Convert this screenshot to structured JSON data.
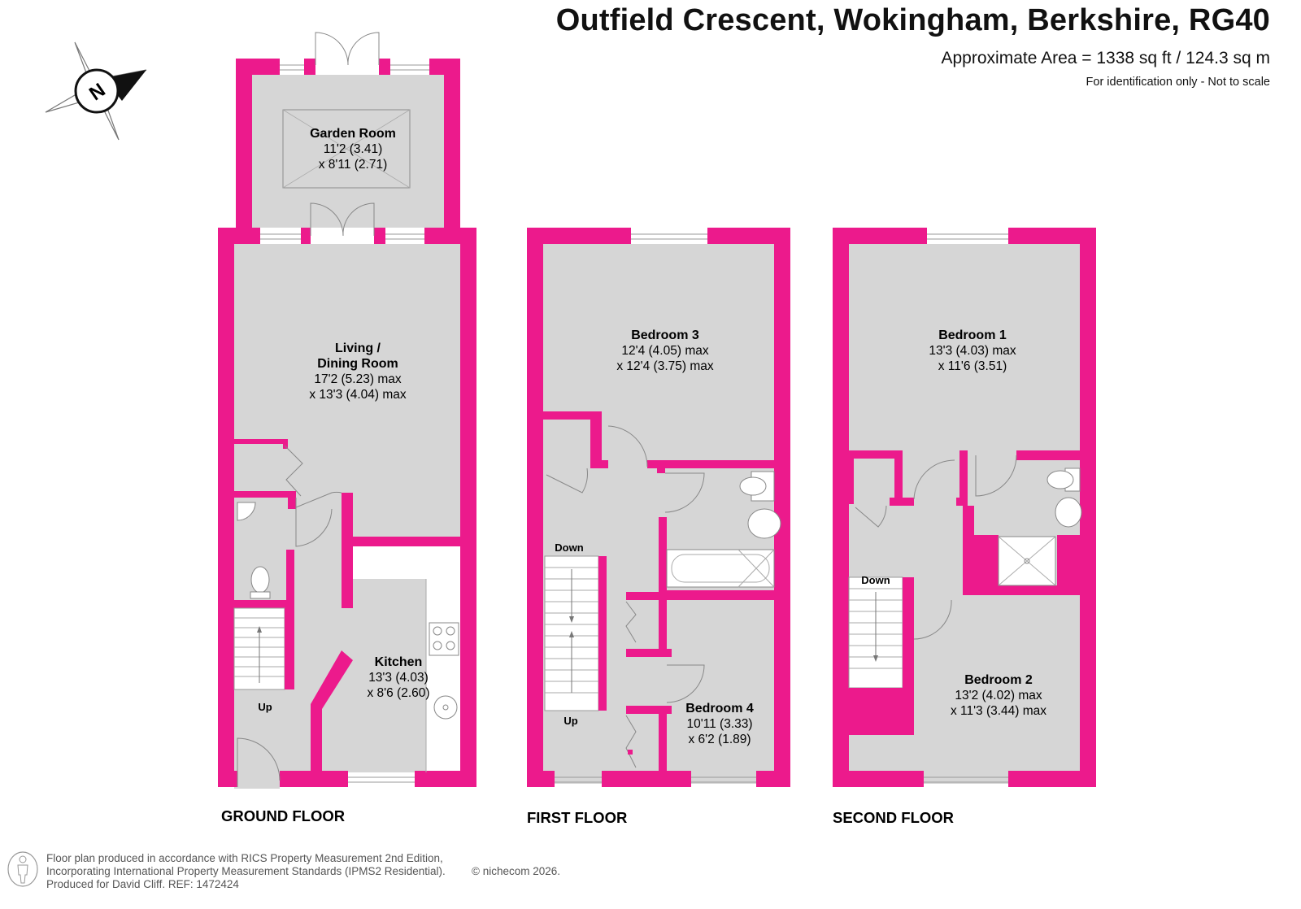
{
  "header": {
    "title": "Outfield Crescent, Wokingham, Berkshire, RG40",
    "area": "Approximate Area = 1338 sq ft / 124.3 sq m",
    "note": "For identification only - Not to scale"
  },
  "compass": {
    "letter": "N"
  },
  "floors": {
    "ground": {
      "label": "GROUND FLOOR",
      "garden_room": {
        "name": "Garden Room",
        "dim1": "11'2 (3.41)",
        "dim2": "x 8'11 (2.71)"
      },
      "living": {
        "name1": "Living /",
        "name2": "Dining Room",
        "dim1": "17'2 (5.23) max",
        "dim2": "x 13'3 (4.04) max"
      },
      "kitchen": {
        "name": "Kitchen",
        "dim1": "13'3 (4.03)",
        "dim2": "x 8'6 (2.60)"
      },
      "stairs": "Up"
    },
    "first": {
      "label": "FIRST FLOOR",
      "bedroom3": {
        "name": "Bedroom 3",
        "dim1": "12'4 (4.05) max",
        "dim2": "x 12'4 (3.75) max"
      },
      "bedroom4": {
        "name": "Bedroom 4",
        "dim1": "10'11 (3.33)",
        "dim2": "x 6'2 (1.89)"
      },
      "stairs_down": "Down",
      "stairs_up": "Up"
    },
    "second": {
      "label": "SECOND FLOOR",
      "bedroom1": {
        "name": "Bedroom 1",
        "dim1": "13'3 (4.03) max",
        "dim2": "x 11'6 (3.51)"
      },
      "bedroom2": {
        "name": "Bedroom 2",
        "dim1": "13'2 (4.02) max",
        "dim2": "x 11'3 (3.44) max"
      },
      "stairs_down": "Down"
    }
  },
  "footer": {
    "line1": "Floor plan produced in accordance with RICS Property Measurement 2nd Edition,",
    "line2": "Incorporating International Property Measurement Standards (IPMS2 Residential).",
    "line3": "Produced for David Cliff.   REF:  1472424",
    "brand": "© nichecom 2026."
  },
  "colors": {
    "wall": "#ec1a8c",
    "floor": "#d6d6d6",
    "line": "#8c8c8c"
  }
}
